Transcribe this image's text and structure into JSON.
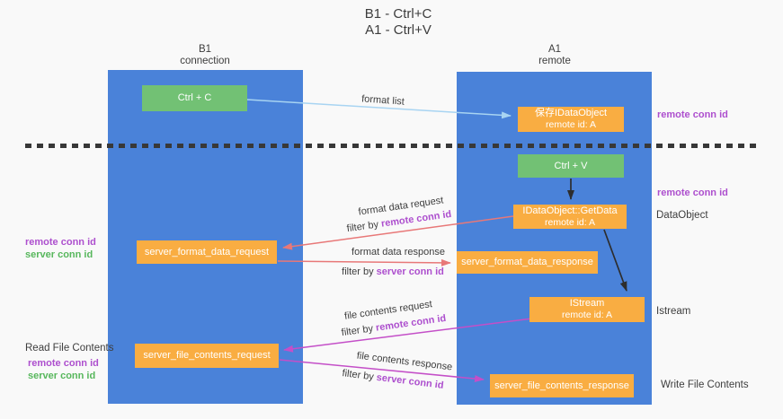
{
  "title": {
    "line1": "B1 - Ctrl+C",
    "line2": "A1 - Ctrl+V"
  },
  "lanes": {
    "left": {
      "header_line1": "B1",
      "header_line2": "connection"
    },
    "right": {
      "header_line1": "A1",
      "header_line2": "remote"
    }
  },
  "boxes": {
    "ctrl_c": {
      "label": "Ctrl + C"
    },
    "save_idataobject": {
      "line1": "保存IDataObject",
      "line2": "remote id: A"
    },
    "ctrl_v": {
      "label": "Ctrl + V"
    },
    "getdata": {
      "line1": "IDataObject::GetData",
      "line2": "remote id: A"
    },
    "server_format_data_request": {
      "label": "server_format_data_request"
    },
    "server_format_data_response": {
      "label": "server_format_data_response"
    },
    "istream": {
      "line1": "IStream",
      "line2": "remote id: A"
    },
    "server_file_contents_request": {
      "label": "server_file_contents_request"
    },
    "server_file_contents_response": {
      "label": "server_file_contents_response"
    }
  },
  "edge_labels": {
    "format_list": "format list",
    "format_data_request": "format data request",
    "format_data_response": "format data response",
    "file_contents_request": "file contents request",
    "file_contents_response": "file contents response",
    "filter_by": "filter by ",
    "remote_conn_id": "remote conn id",
    "server_conn_id": "server conn id"
  },
  "side_labels": {
    "remote_conn_id": "remote conn id",
    "server_conn_id": "server conn id",
    "dataobject": "DataObject",
    "istream": "Istream",
    "read_file_contents": "Read File Contents",
    "write_file_contents": "Write File Contents"
  },
  "colors": {
    "lane_blue": "#4a82d9",
    "box_green": "#72c174",
    "box_orange": "#f9ad42",
    "arrow_light_blue": "#a8d4f2",
    "arrow_red": "#e87878",
    "arrow_magenta": "#c44fc8",
    "text_purple": "#ad4fce",
    "text_green": "#57b75c",
    "text_dark": "#3d3d3d",
    "bg": "#f9f9f9"
  }
}
